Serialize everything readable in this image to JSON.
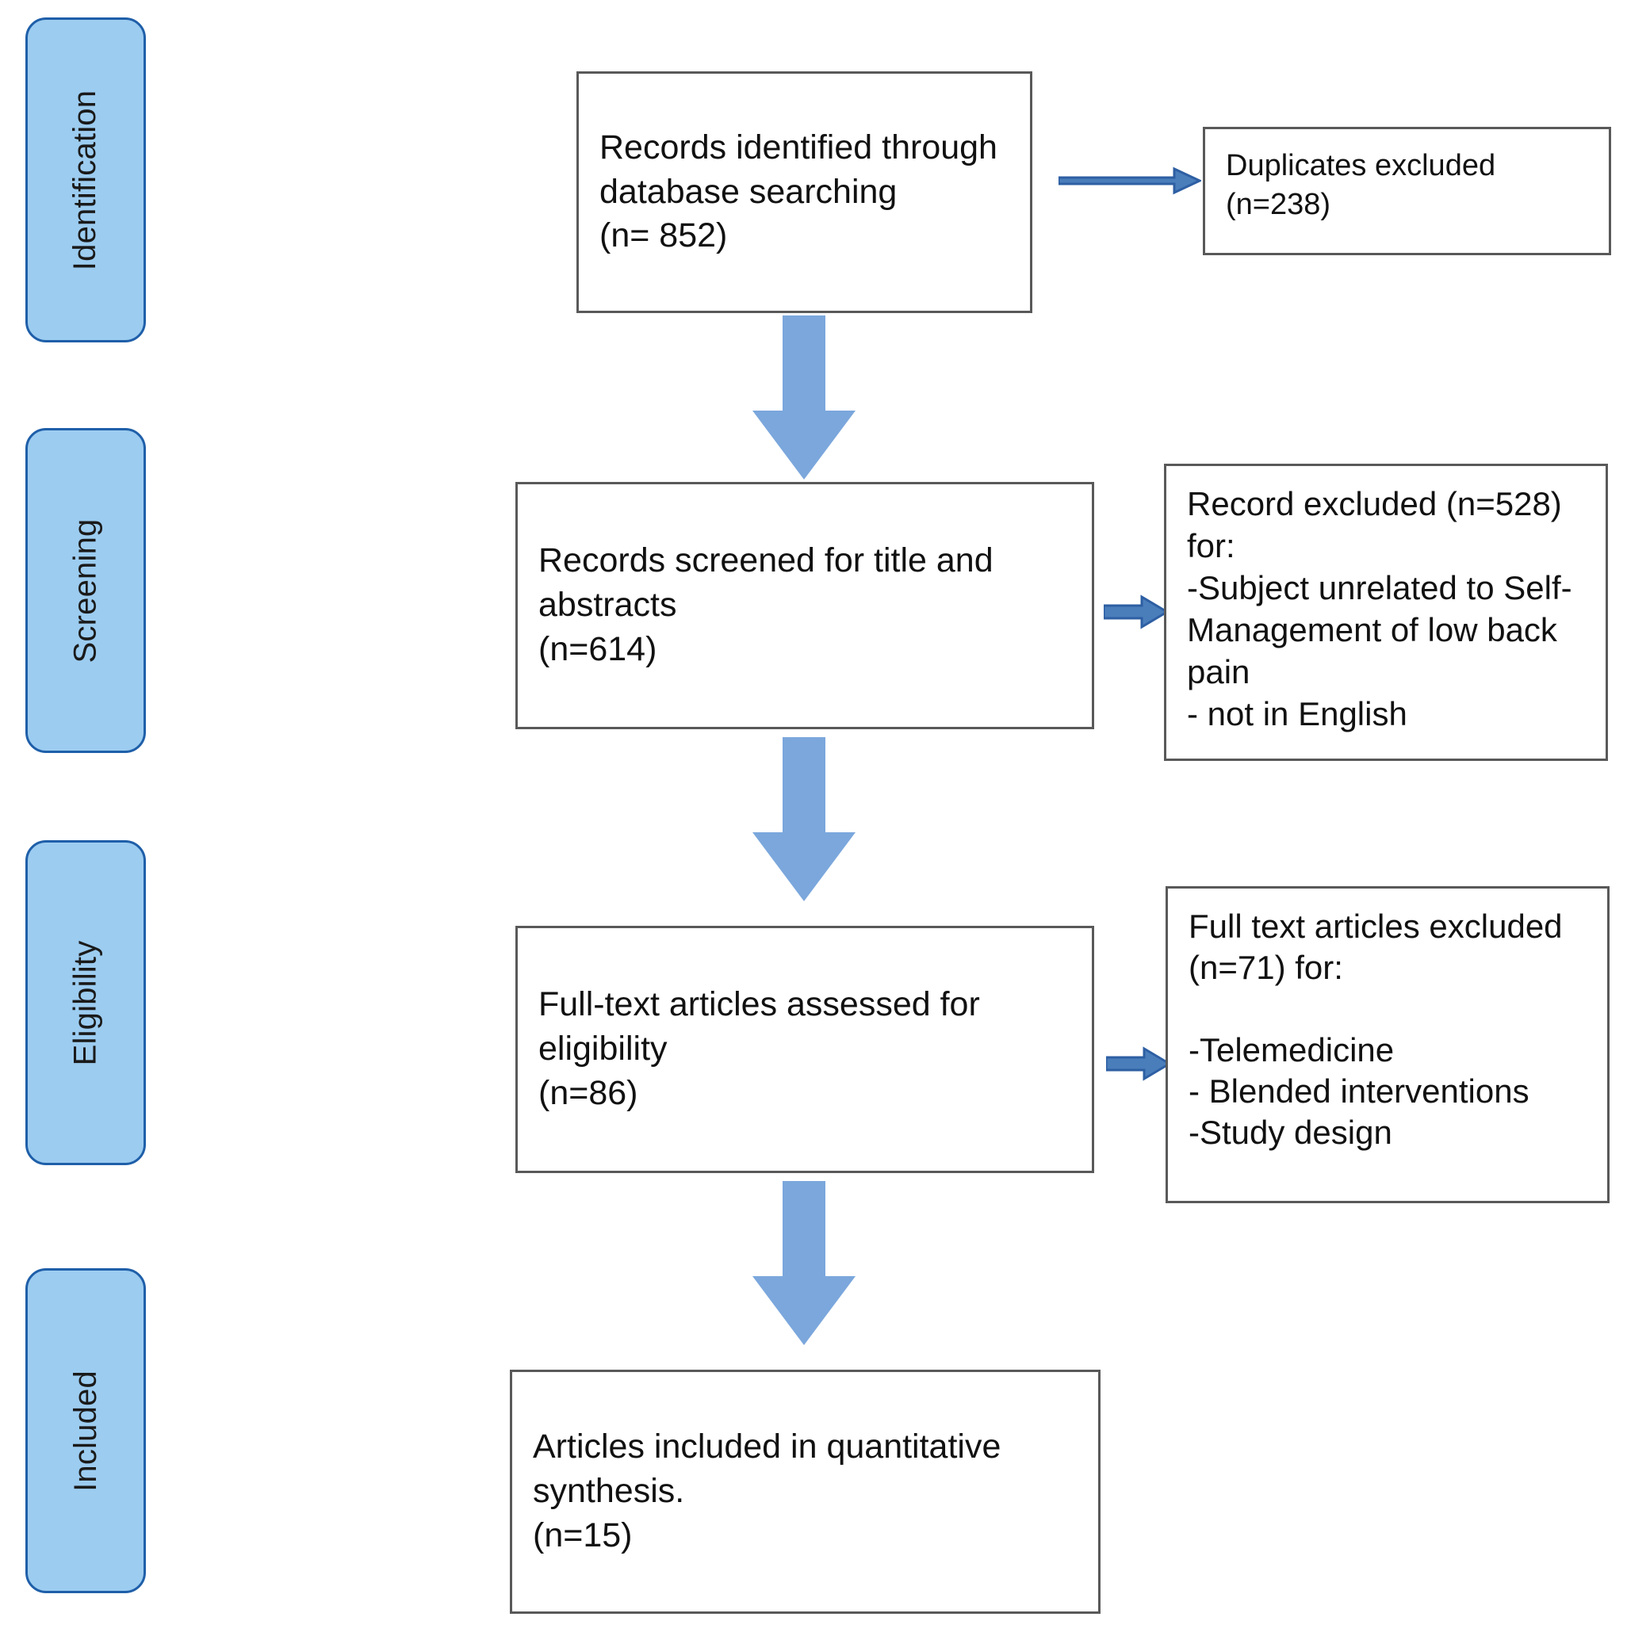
{
  "diagram": {
    "title": "PRISMA flow diagram",
    "colors": {
      "stage_fill": "#9CCCF0",
      "stage_border": "#1F5FA9",
      "box_border": "#595959",
      "box_fill": "#FFFFFF",
      "block_arrow_fill": "#7BA7DC",
      "line_arrow_stroke": "#2E5FA3",
      "line_arrow_fill": "#4A7EBB",
      "text": "#111111"
    }
  },
  "stages": [
    {
      "id": "identification",
      "label": "Identification"
    },
    {
      "id": "screening",
      "label": "Screening"
    },
    {
      "id": "eligibility",
      "label": "Eligibility"
    },
    {
      "id": "included",
      "label": "Included"
    }
  ],
  "boxes": {
    "records_identified": {
      "id": "records-identified",
      "text": "Records identified through\ndatabase searching\n(n= 852)"
    },
    "duplicates_excluded": {
      "id": "duplicates-excluded",
      "text": "Duplicates excluded\n(n=238)"
    },
    "records_screened": {
      "id": "records-screened",
      "text": "Records screened for title and\nabstracts\n(n=614)"
    },
    "records_excluded": {
      "id": "records-excluded",
      "text": "Record excluded (n=528)\nfor:\n-Subject unrelated to Self-\nManagement of low back\npain\n- not in English"
    },
    "fulltext_assessed": {
      "id": "fulltext-assessed",
      "text": "Full-text articles assessed for\neligibility\n(n=86)"
    },
    "fulltext_excluded": {
      "id": "fulltext-excluded",
      "text": "Full text articles excluded\n(n=71) for:\n\n-Telemedicine\n- Blended interventions\n-Study design"
    },
    "articles_included": {
      "id": "articles-included",
      "text": "Articles included in quantitative\nsynthesis.\n(n=15)"
    }
  },
  "connectors": {
    "down_1": {
      "id": "arrow-identified-to-screened",
      "direction": "down"
    },
    "down_2": {
      "id": "arrow-screened-to-fulltext",
      "direction": "down"
    },
    "down_3": {
      "id": "arrow-fulltext-to-included",
      "direction": "down"
    },
    "right_1": {
      "id": "arrow-identified-to-duplicates",
      "direction": "right"
    },
    "right_2": {
      "id": "arrow-screened-to-excluded",
      "direction": "right"
    },
    "right_3": {
      "id": "arrow-fulltext-to-excluded",
      "direction": "right"
    }
  }
}
